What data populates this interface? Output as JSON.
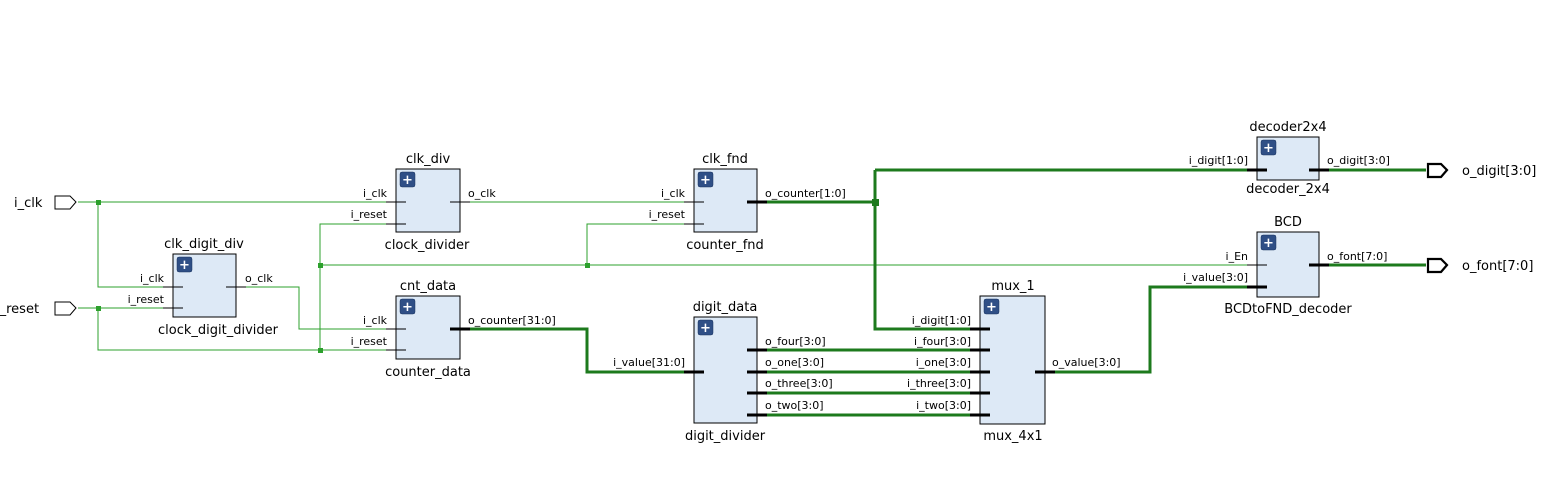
{
  "top_ports": {
    "i_clk": "i_clk",
    "i_reset": "i_reset",
    "o_digit": "o_digit[3:0]",
    "o_font": "o_font[7:0]"
  },
  "cells": {
    "clk_div": {
      "instance": "clk_div",
      "module": "clock_divider",
      "ports": {
        "i_clk": "i_clk",
        "i_reset": "i_reset",
        "o_clk": "o_clk"
      }
    },
    "clk_digit_div": {
      "instance": "clk_digit_div",
      "module": "clock_digit_divider",
      "ports": {
        "i_clk": "i_clk",
        "i_reset": "i_reset",
        "o_clk": "o_clk"
      }
    },
    "cnt_data": {
      "instance": "cnt_data",
      "module": "counter_data",
      "ports": {
        "i_clk": "i_clk",
        "i_reset": "i_reset",
        "o_counter": "o_counter[31:0]"
      }
    },
    "clk_fnd": {
      "instance": "clk_fnd",
      "module": "counter_fnd",
      "ports": {
        "i_clk": "i_clk",
        "i_reset": "i_reset",
        "o_counter": "o_counter[1:0]"
      }
    },
    "digit_data": {
      "instance": "digit_data",
      "module": "digit_divider",
      "ports": {
        "i_value": "i_value[31:0]",
        "o_four": "o_four[3:0]",
        "o_one": "o_one[3:0]",
        "o_three": "o_three[3:0]",
        "o_two": "o_two[3:0]"
      }
    },
    "mux_1": {
      "instance": "mux_1",
      "module": "mux_4x1",
      "ports": {
        "i_digit": "i_digit[1:0]",
        "i_four": "i_four[3:0]",
        "i_one": "i_one[3:0]",
        "i_three": "i_three[3:0]",
        "i_two": "i_two[3:0]",
        "o_value": "o_value[3:0]"
      }
    },
    "decoder2x4": {
      "instance": "decoder2x4",
      "module": "decoder_2x4",
      "ports": {
        "i_digit": "i_digit[1:0]",
        "o_digit": "o_digit[3:0]"
      }
    },
    "bcd": {
      "instance": "BCD",
      "module": "BCDtoFND_decoder",
      "ports": {
        "i_en": "i_En",
        "i_value": "i_value[3:0]",
        "o_font": "o_font[7:0]"
      }
    }
  },
  "expand_glyph": "+",
  "colors": {
    "wire": "#2ca02c",
    "bus": "#1d7a1d",
    "cell_fill": "#dde9f6",
    "expand_button": "#2f4f86"
  },
  "icons": {
    "expand": "expand-plus-icon",
    "input_port": "input-port-arrow-icon",
    "output_port": "output-port-arrow-icon"
  }
}
